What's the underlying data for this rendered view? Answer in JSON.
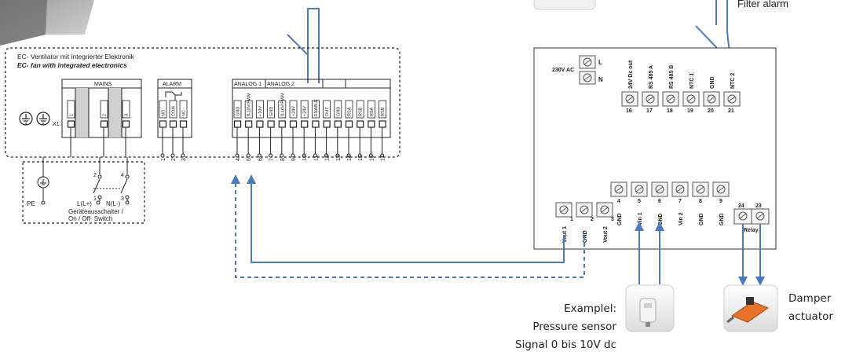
{
  "fan": {
    "title_de": "EC- Ventilator mit integrierter Elektronik",
    "title_en": "EC- fan with integrated electronics",
    "groups": [
      "MAINS",
      "ALARM",
      "ANALOG 1",
      "ANALOG 2"
    ],
    "mains_pins": [
      "1",
      "2",
      "3"
    ],
    "x1": "X1:",
    "alarm_pins": [
      "NO",
      "COM",
      "NC"
    ],
    "analog_pins": [
      "GND",
      "0-10V/PWM",
      "+10V",
      "GND",
      "0-10V/PWM",
      "+24V",
      "+24V",
      "ENABLE",
      "OUT",
      "GND",
      "RSA",
      "RSB",
      "RSA",
      "RSB"
    ],
    "bottom_numbers": [
      "1",
      "2",
      "3",
      "4",
      "5",
      "6",
      "7",
      "8",
      "9",
      "10",
      "11",
      "12",
      "13",
      "14",
      "15",
      "16",
      "17"
    ]
  },
  "switch": {
    "pe": "PE",
    "l": "L(L+)",
    "n": "N(L-)",
    "nums": [
      "2",
      "4",
      "1",
      "3"
    ],
    "caption_de": "Geräteausschalter /",
    "caption_en": "On / Off- Switch"
  },
  "controller": {
    "supply": "230V AC",
    "supply_l": "L",
    "supply_n": "N",
    "top_labels": [
      "24V Dc out",
      "RS 485 A",
      "RS 485 B",
      "NTC 1",
      "GND",
      "NTC 2"
    ],
    "top_numbers": [
      "16",
      "17",
      "18",
      "19",
      "20",
      "21"
    ],
    "mid_labels": [
      "GND",
      "Vin 1",
      "GND",
      "Vin 2",
      "GND",
      "GND"
    ],
    "mid_numbers": [
      "4",
      "5",
      "6",
      "7",
      "8",
      "9"
    ],
    "left_labels": [
      "Vout 1",
      "GND",
      "Vout 2"
    ],
    "left_numbers": [
      "1",
      "2",
      "3"
    ],
    "relay_numbers": [
      "24",
      "23"
    ],
    "relay_label": "Relay"
  },
  "filter_alarm": "Filter alarm",
  "sensor": {
    "line1": "Examplel:",
    "line2": "Pressure sensor",
    "line3": "Signal 0 bis 10V dc"
  },
  "damper": {
    "line1": "Damper",
    "line2": "actuator"
  },
  "colors": {
    "wire_blue": "#4a7bbf",
    "device_orange": "#e8722a"
  }
}
